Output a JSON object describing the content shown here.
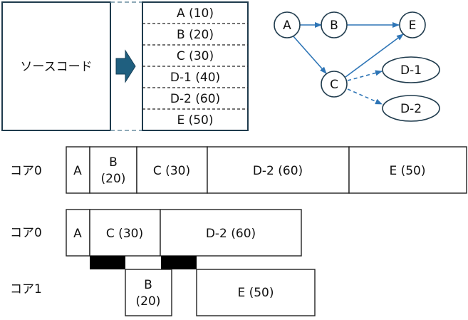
{
  "source_box": {
    "label": "ソースコード"
  },
  "task_list": [
    {
      "label": "A (10)"
    },
    {
      "label": "B (20)"
    },
    {
      "label": "C (30)"
    },
    {
      "label": "D-1 (40)"
    },
    {
      "label": "D-2 (60)"
    },
    {
      "label": "E (50)"
    }
  ],
  "graph": {
    "nodes": {
      "a": "A",
      "b": "B",
      "c": "C",
      "e": "E",
      "d1": "D-1",
      "d2": "D-2"
    },
    "edge_color": "#2e75b6",
    "arrow_color": "#1f5f7f"
  },
  "timeline1": {
    "core_label": "コア0",
    "tasks": [
      {
        "label": "A"
      },
      {
        "label1": "B",
        "label2": "(20)"
      },
      {
        "label": "C (30)"
      },
      {
        "label": "D-2 (60)"
      },
      {
        "label": "E (50)"
      }
    ]
  },
  "timeline2": {
    "core0_label": "コア0",
    "core1_label": "コア1",
    "core0_tasks": [
      {
        "label": "A"
      },
      {
        "label": "C (30)"
      },
      {
        "label": "D-2 (60)"
      }
    ],
    "core1_tasks": [
      {
        "label1": "B",
        "label2": "(20)"
      },
      {
        "label": "E (50)"
      }
    ]
  }
}
